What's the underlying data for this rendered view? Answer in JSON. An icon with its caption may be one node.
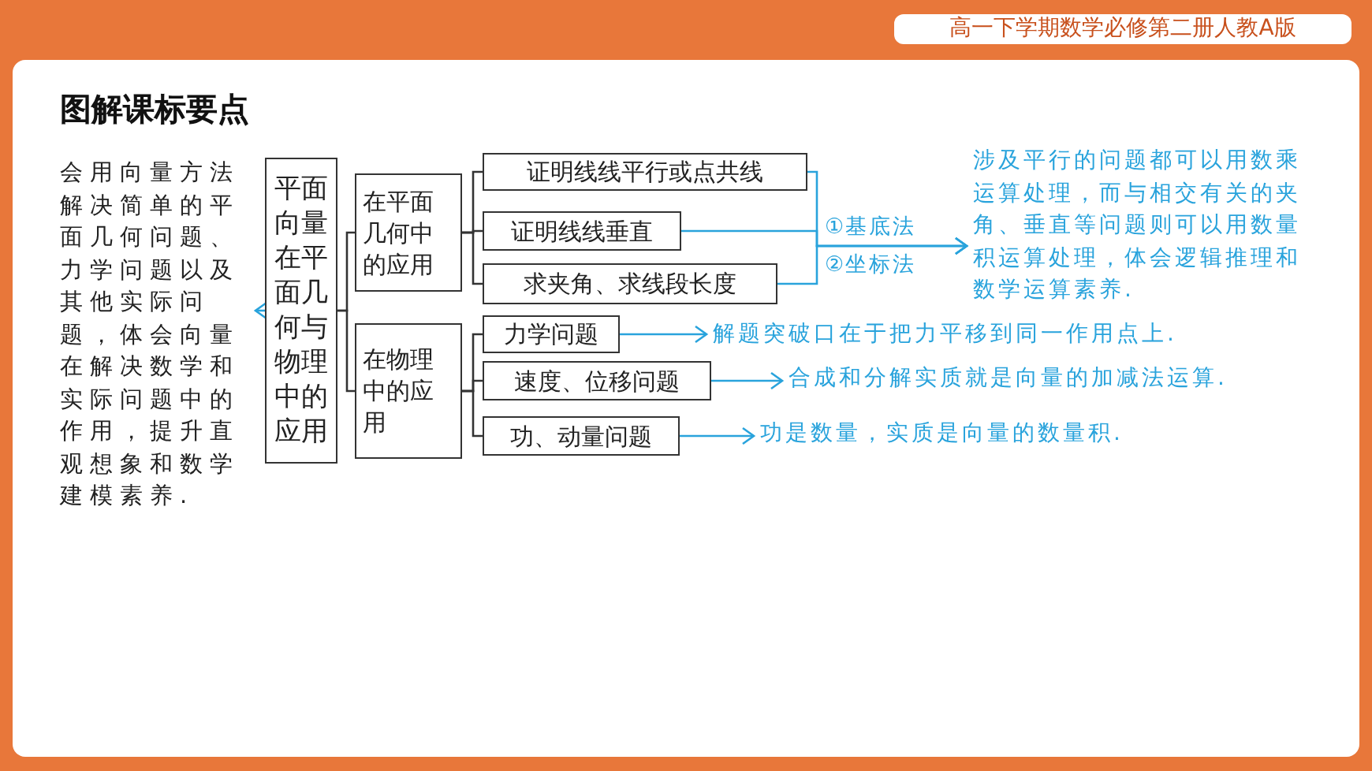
{
  "diagram": {
    "title": "图解课标要点",
    "nodes": [
      {
        "text": [
          "会用向量方法解决简单的平面几何问题、力学问题以及其他实际问题，体会向量在解决数学和实际问题中的作用，提升直观想象和数学建模素养."
        ]
      },
      {
        "text": [
          "平面向量在平面几何与物理中的应用"
        ]
      },
      {
        "text": [
          "在平面几何中的应用"
        ]
      },
      {
        "text": [
          "在物理中的应用"
        ]
      },
      {
        "text": [
          "证明线线平行或点共线"
        ]
      },
      {
        "text": [
          "证明线线垂直"
        ]
      },
      {
        "text": [
          "求夹角、求线段长度"
        ]
      },
      {
        "text": [
          "涉及平行的问题都可以用数乘运算处理，而与相交有关的夹角、垂直等问题则可以用数量积运算处理，体会逻辑推理和数学运算素养."
        ]
      },
      {
        "text": [
          "力学问题"
        ]
      },
      {
        "text": [
          "速度、位移问题"
        ]
      },
      {
        "text": [
          "功、动量问题"
        ]
      },
      {
        "text": [
          "解题突破口在于把力平移到同一作用点上."
        ]
      },
      {
        "text": [
          "合成和分解实质就是向量的加减法运算."
        ]
      },
      {
        "text": [
          "功是数量，实质是向量的数量积."
        ]
      }
    ],
    "edges": [
      {
        "from": 1,
        "to": 0,
        "arrow": "to",
        "color": "#29a3dc"
      },
      {
        "from": 1,
        "to": 2,
        "arrow": "none"
      },
      {
        "from": 1,
        "to": 3,
        "arrow": "none"
      },
      {
        "from": 2,
        "to": 4,
        "arrow": "none"
      },
      {
        "from": 2,
        "to": 5,
        "arrow": "none"
      },
      {
        "from": 2,
        "to": 6,
        "arrow": "none"
      },
      {
        "from": 4,
        "to": 7,
        "arrow": "to",
        "color": "#29a3dc"
      },
      {
        "from": 5,
        "to": 7,
        "arrow": "to",
        "color": "#29a3dc",
        "label": "①基底法②坐标法"
      },
      {
        "from": 6,
        "to": 7,
        "arrow": "to",
        "color": "#29a3dc"
      },
      {
        "from": 3,
        "to": 8,
        "arrow": "none"
      },
      {
        "from": 3,
        "to": 9,
        "arrow": "none"
      },
      {
        "from": 3,
        "to": 10,
        "arrow": "none"
      },
      {
        "from": 8,
        "to": 11,
        "arrow": "to",
        "color": "#29a3dc"
      },
      {
        "from": 9,
        "to": 12,
        "arrow": "to",
        "color": "#29a3dc"
      },
      {
        "from": 10,
        "to": 13,
        "arrow": "to",
        "color": "#29a3dc"
      }
    ],
    "labels": [
      "高一下学期数学必修第二册人教A版"
    ]
  }
}
